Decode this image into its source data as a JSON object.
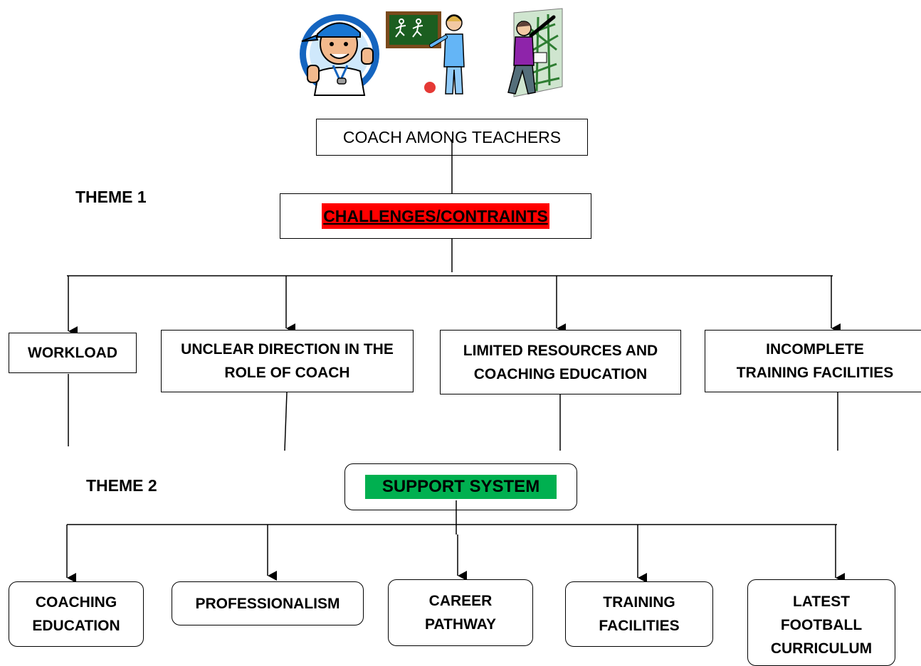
{
  "root": {
    "label": "COACH AMONG TEACHERS"
  },
  "themes": [
    {
      "label": "THEME 1",
      "title": "CHALLENGES/CONTRAINTS",
      "highlight": "#ff0000"
    },
    {
      "label": "THEME 2",
      "title": "SUPPORT SYSTEM",
      "highlight": "#00b050"
    }
  ],
  "challenges": [
    "WORKLOAD",
    "UNCLEAR DIRECTION IN THE ROLE OF COACH",
    "LIMITED RESOURCES AND COACHING EDUCATION",
    "INCOMPLETE TRAINING FACILITIES"
  ],
  "supports": [
    "COACHING EDUCATION",
    "PROFESSIONALISM",
    "CAREER PATHWAY",
    "TRAINING FACILITIES",
    "LATEST FOOTBALL CURRICULUM"
  ],
  "illustrations": [
    "coach-whistle-icon",
    "teacher-chalkboard-icon",
    "teacher-pointing-icon"
  ]
}
